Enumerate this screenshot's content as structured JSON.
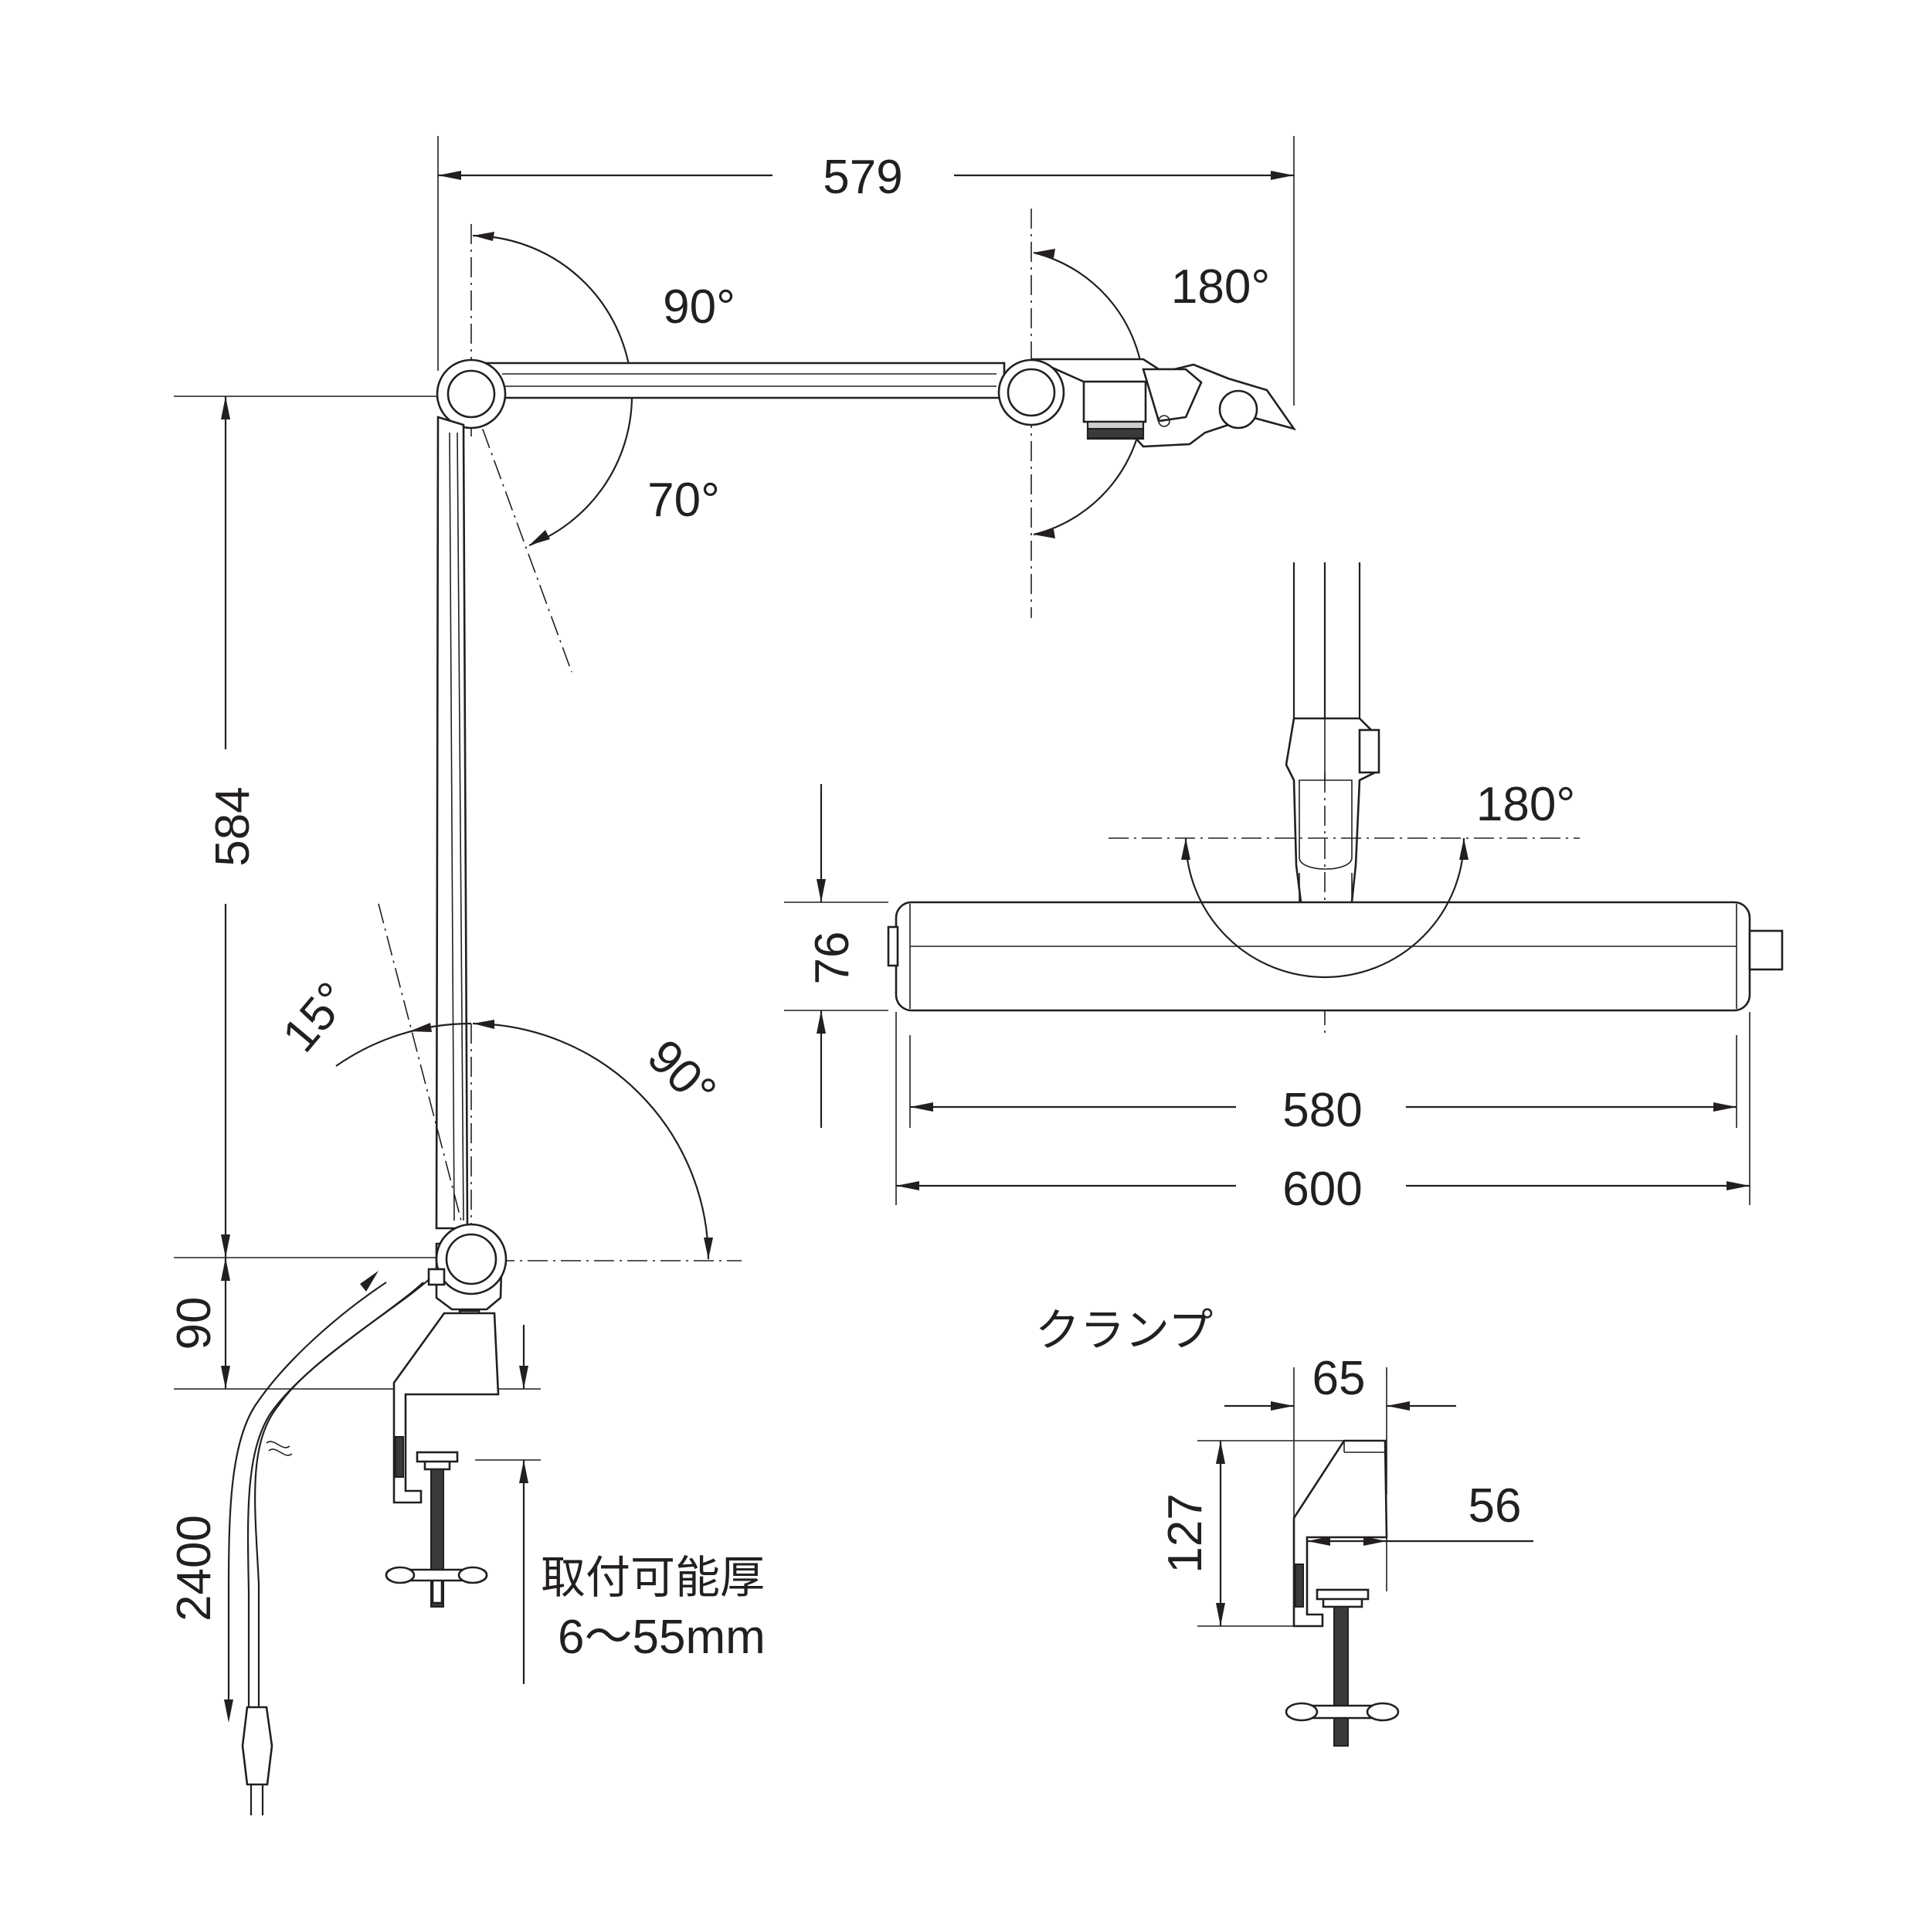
{
  "dimensions": {
    "arm_reach": "579",
    "height": "584",
    "base_height": "90",
    "cord_length": "2400",
    "head_depth": "76",
    "head_inner_width": "580",
    "head_width": "600",
    "clamp_width": "65",
    "clamp_height": "127",
    "clamp_depth": "56"
  },
  "angles": {
    "upper_joint_up": "90°",
    "upper_joint_down": "70°",
    "head_tilt": "180°",
    "lower_joint_back": "15°",
    "lower_joint_forward": "90°",
    "head_rotation": "180°"
  },
  "clamp": {
    "title": "クランプ",
    "capacity_label": "取付可能厚",
    "capacity_range": "6〜55mm"
  }
}
